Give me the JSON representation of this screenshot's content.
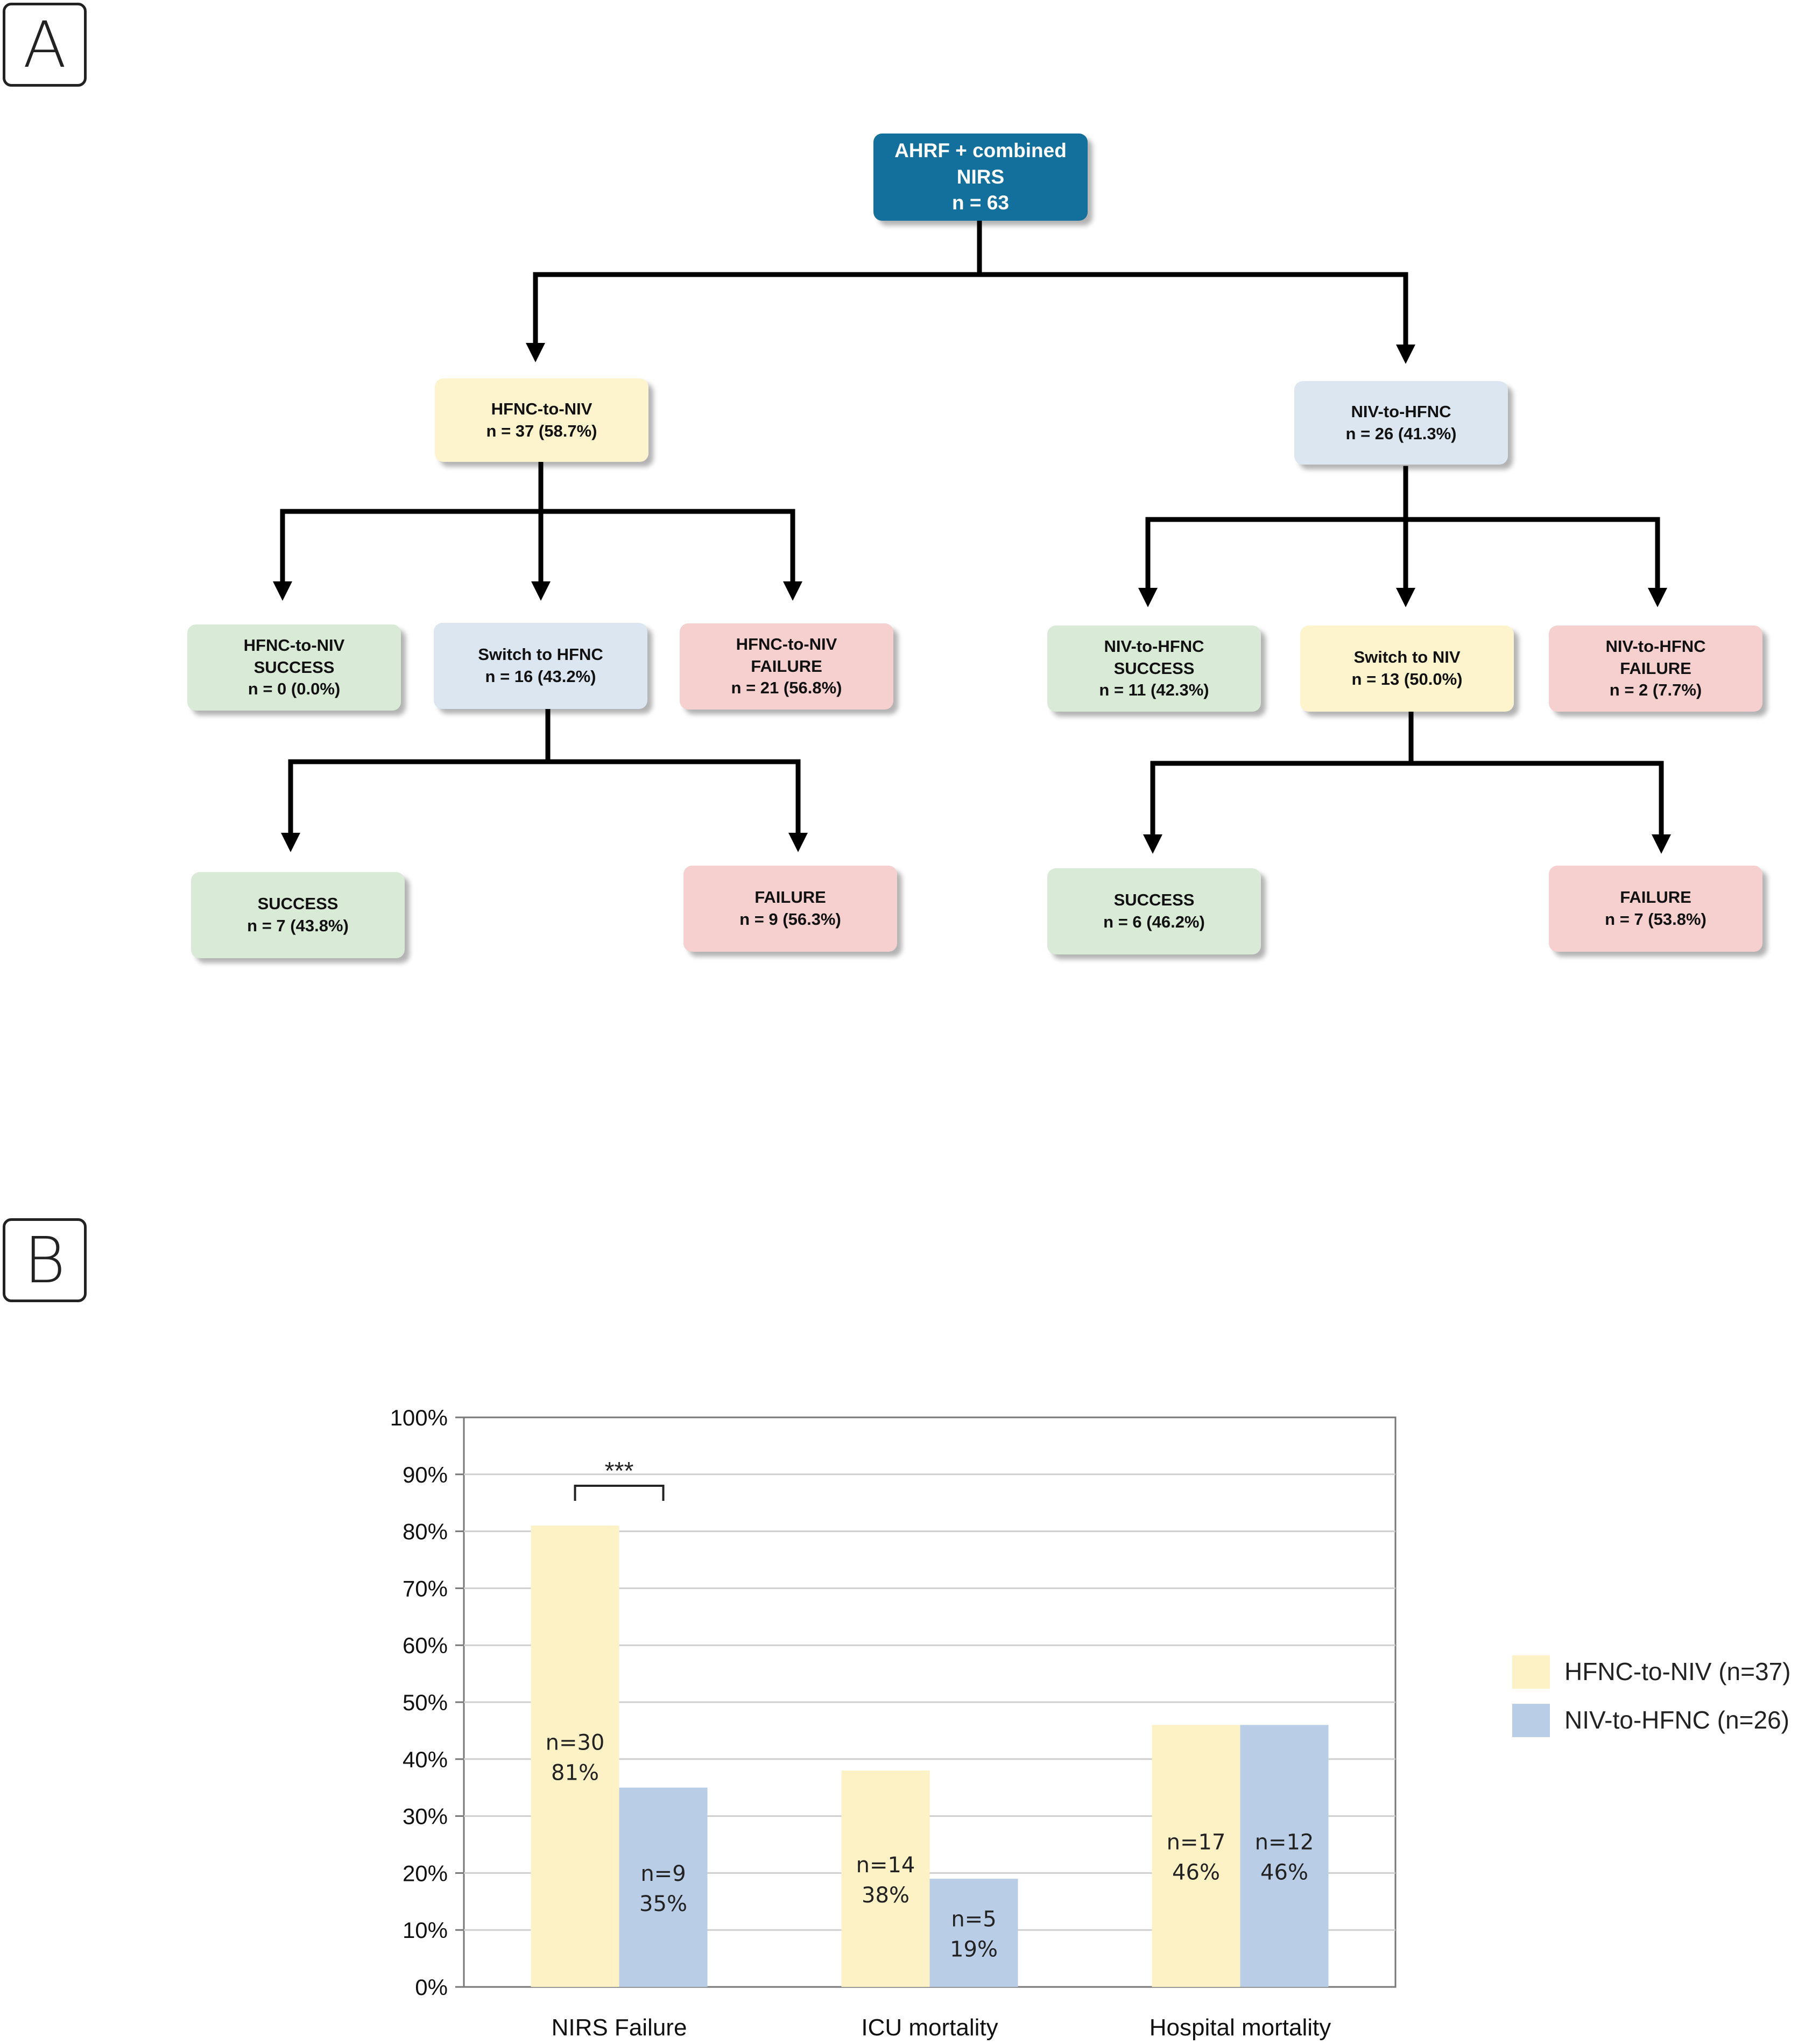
{
  "panel_a_label": "A",
  "panel_b_label": "B",
  "colors": {
    "root": "#13709c",
    "yellow": "#fdf3cd",
    "blue": "#dce6f1",
    "green": "#d9ead7",
    "red": "#f6cfcf",
    "bar_hfnc_to_niv": "#fdf1c6",
    "bar_niv_to_hfnc": "#b9cde6",
    "grid": "#cfcfcf",
    "axis": "#777777"
  },
  "flowchart": {
    "root": {
      "lines": [
        "AHRF + combined",
        "NIRS",
        "n = 63"
      ]
    },
    "hfnc_to_niv": {
      "lines": [
        "HFNC-to-NIV",
        "n = 37 (58.7%)"
      ]
    },
    "niv_to_hfnc": {
      "lines": [
        "NIV-to-HFNC",
        "n = 26 (41.3%)"
      ]
    },
    "hfnc_success": {
      "lines": [
        "HFNC-to-NIV",
        "SUCCESS",
        "n = 0 (0.0%)"
      ]
    },
    "switch_to_hfnc": {
      "lines": [
        "Switch  to HFNC",
        "n = 16 (43.2%)"
      ]
    },
    "hfnc_failure": {
      "lines": [
        "HFNC-to-NIV",
        "FAILURE",
        "n = 21 (56.8%)"
      ]
    },
    "niv_success": {
      "lines": [
        "NIV-to-HFNC",
        "SUCCESS",
        "n = 11 (42.3%)"
      ]
    },
    "switch_to_niv": {
      "lines": [
        "Switch  to NIV",
        "n = 13 (50.0%)"
      ]
    },
    "niv_failure": {
      "lines": [
        "NIV-to-HFNC",
        "FAILURE",
        "n = 2 (7.7%)"
      ]
    },
    "left_success": {
      "lines": [
        "SUCCESS",
        "n = 7 (43.8%)"
      ]
    },
    "left_failure": {
      "lines": [
        "FAILURE",
        "n = 9 (56.3%)"
      ]
    },
    "right_success": {
      "lines": [
        "SUCCESS",
        "n = 6 (46.2%)"
      ]
    },
    "right_failure": {
      "lines": [
        "FAILURE",
        "n = 7 (53.8%)"
      ]
    }
  },
  "chart_data": {
    "type": "bar",
    "categories": [
      "NIRS Failure",
      "ICU mortality",
      "Hospital mortality"
    ],
    "series": [
      {
        "name": "HFNC-to-NIV (n=37)",
        "values": [
          81,
          38,
          46
        ],
        "labels": [
          [
            "n=30",
            "81%"
          ],
          [
            "n=14",
            "38%"
          ],
          [
            "n=17",
            "46%"
          ]
        ]
      },
      {
        "name": "NIV-to-HFNC (n=26)",
        "values": [
          35,
          19,
          46
        ],
        "labels": [
          [
            "n=9",
            "35%"
          ],
          [
            "n=5",
            "19%"
          ],
          [
            "n=12",
            "46%"
          ]
        ]
      }
    ],
    "ylim": [
      0,
      100
    ],
    "yticks": [
      "0%",
      "10%",
      "20%",
      "30%",
      "40%",
      "50%",
      "60%",
      "70%",
      "80%",
      "90%",
      "100%"
    ],
    "grid": true,
    "legend": "right",
    "annotation": "***"
  }
}
